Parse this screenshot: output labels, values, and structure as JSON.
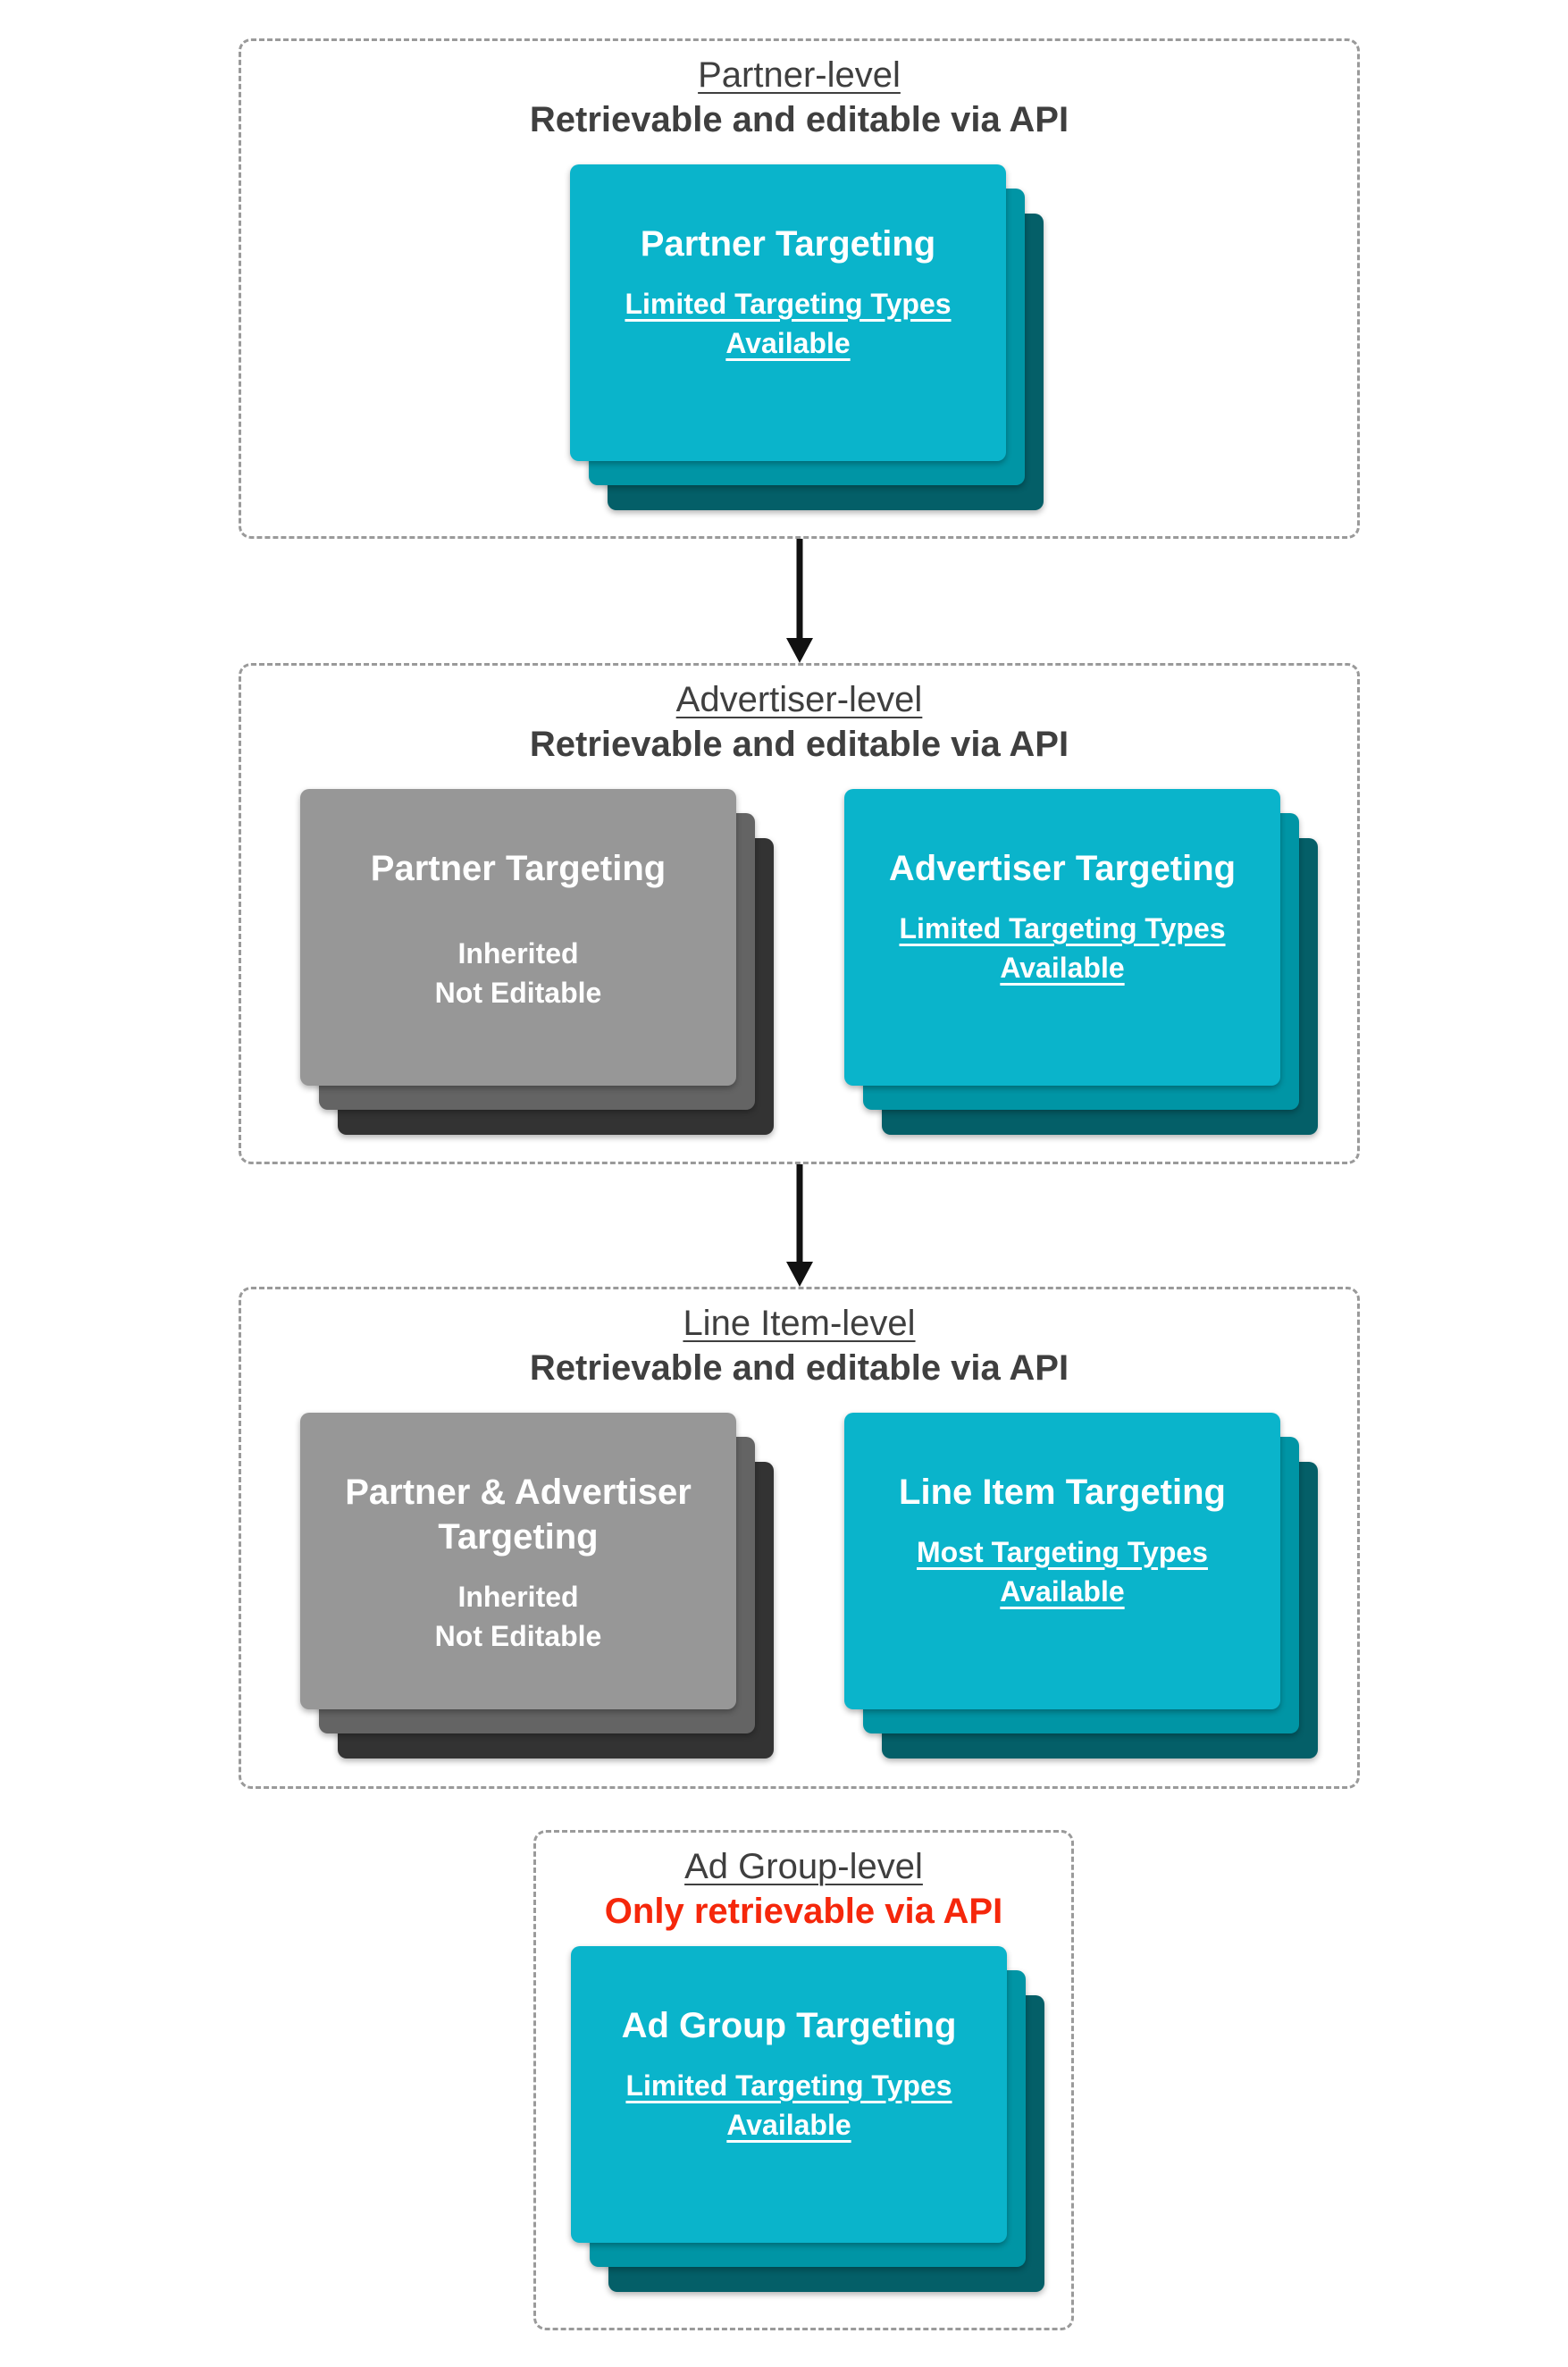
{
  "diagram": {
    "colors": {
      "teal_front": "#0ab4cb",
      "teal_mid": "#0095a5",
      "teal_back": "#045f68",
      "gray_front": "#979797",
      "gray_mid": "#646464",
      "gray_back": "#333333",
      "header_text": "#3f3f3f",
      "alert_red": "#f5270b",
      "border_gray": "#9a9a9a",
      "arrow_black": "#111111"
    },
    "sections": [
      {
        "title": "Partner-level",
        "subtitle": "Retrievable and editable via API",
        "cards": [
          {
            "variant": "teal",
            "title": "Partner Targeting",
            "body": "Limited Targeting Types Available",
            "body_underlined": true
          }
        ]
      },
      {
        "title": "Advertiser-level",
        "subtitle": "Retrievable and editable via API",
        "cards": [
          {
            "variant": "gray",
            "title": "Partner Targeting",
            "body": "Inherited\nNot Editable",
            "body_underlined": false
          },
          {
            "variant": "teal",
            "title": "Advertiser Targeting",
            "body": "Limited Targeting Types Available",
            "body_underlined": true
          }
        ]
      },
      {
        "title": "Line Item-level",
        "subtitle": "Retrievable and editable via API",
        "cards": [
          {
            "variant": "gray",
            "title": "Partner & Advertiser Targeting",
            "body": "Inherited\nNot Editable",
            "body_underlined": false
          },
          {
            "variant": "teal",
            "title": "Line Item Targeting",
            "body": "Most Targeting Types Available",
            "body_underlined": true
          }
        ]
      },
      {
        "title": "Ad Group-level",
        "subtitle": "Only retrievable via API",
        "subtitle_color": "#f5270b",
        "cards": [
          {
            "variant": "teal",
            "title": "Ad Group Targeting",
            "body": "Limited Targeting Types Available",
            "body_underlined": true
          }
        ]
      }
    ]
  }
}
